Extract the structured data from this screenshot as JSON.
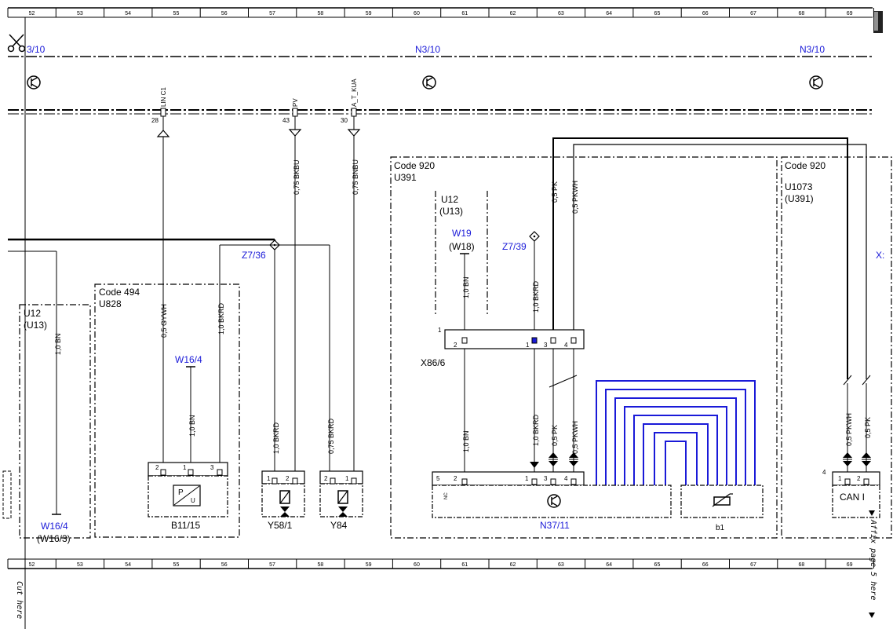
{
  "ruler": {
    "top_numbers": [
      "52",
      "53",
      "54",
      "55",
      "56",
      "57",
      "58",
      "59",
      "60",
      "61",
      "62",
      "63",
      "64",
      "65",
      "66",
      "67",
      "68",
      "69"
    ],
    "bottom_numbers": [
      "52",
      "53",
      "54",
      "55",
      "56",
      "57",
      "58",
      "59",
      "60",
      "61",
      "62",
      "63",
      "64",
      "65",
      "66",
      "67",
      "68",
      "69"
    ]
  },
  "header": {
    "n3_10_left": "3/10",
    "n3_10_mid": "N3/10",
    "n3_10_right": "N3/10"
  },
  "connector_pins": {
    "pin28_name": "LIN C1",
    "pin28_no": "28",
    "pin43_name": "PV",
    "pin43_no": "43",
    "pin30_name": "A_T_KUA",
    "pin30_no": "30"
  },
  "wires": {
    "w_gywh": "0,5 GYWH",
    "w_bkrd_left": "1,0 BKRD",
    "w_bkbu": "0,75 BKBU",
    "w_bnbu": "0,75 BNBU",
    "w_bn_u12": "1,0 BN",
    "w_bn_w16": "1,0 BN",
    "w_bkrd_y58": "1,0 BKRD",
    "w_bkrd_y84": "0,75 BKRD",
    "w_bn_w19": "1,0 BN",
    "w_bkrd_z739": "1,0 BKRD",
    "w_pk_top": "0,5 PK",
    "w_pkwh_top": "0,5 PKWH",
    "w_bn_n37": "1,0 BN",
    "w_bkrd_n37": "1,0 BKRD",
    "w_pk_n37": "0,5 PK",
    "w_pkwh_n37": "0,5 PKWH",
    "w_pkwh_can": "0,5 PKWH",
    "w_pk_can": "0,5 PK"
  },
  "labels": {
    "u12_left": "U12",
    "u13_left": "(U13)",
    "code494": "Code 494",
    "u828": "U828",
    "w16_4_mid": "W16/4",
    "z7_36": "Z7/36",
    "code920_a": "Code 920",
    "u391_a": "U391",
    "u12_mid": "U12",
    "u13_mid": "(U13)",
    "w19": "W19",
    "w18": "(W18)",
    "z7_39": "Z7/39",
    "code920_b": "Code 920",
    "u1073": "U1073",
    "u391_b": "(U391)",
    "x_partial": "X:",
    "x86_6": "X86/6",
    "w16_4_bottom": "W16/4",
    "w16_3": "(W16/3)",
    "b11_15": "B11/15",
    "y58_1": "Y58/1",
    "y84": "Y84",
    "n37_11": "N37/11",
    "b1": "b1",
    "can_i": "CAN I",
    "nc": "NC",
    "x86_pin1_outer": "1",
    "can_pin_outer": "4"
  },
  "pins": {
    "x86": [
      "2",
      "1",
      "3",
      "4"
    ],
    "b11": [
      "2",
      "1",
      "3"
    ],
    "y58": [
      "1",
      "2"
    ],
    "y84": [
      "2",
      "1"
    ],
    "n37": [
      "5",
      "2",
      "1",
      "3",
      "4"
    ],
    "can": [
      "1",
      "2"
    ]
  },
  "margin": {
    "cut_here": "Cut here",
    "affix_here": "Affix page 5 here"
  },
  "icons": [
    "scissors-icon",
    "transistor-icon",
    "thermistor-icon",
    "page-corner-icon",
    "arrow-down-icon"
  ]
}
